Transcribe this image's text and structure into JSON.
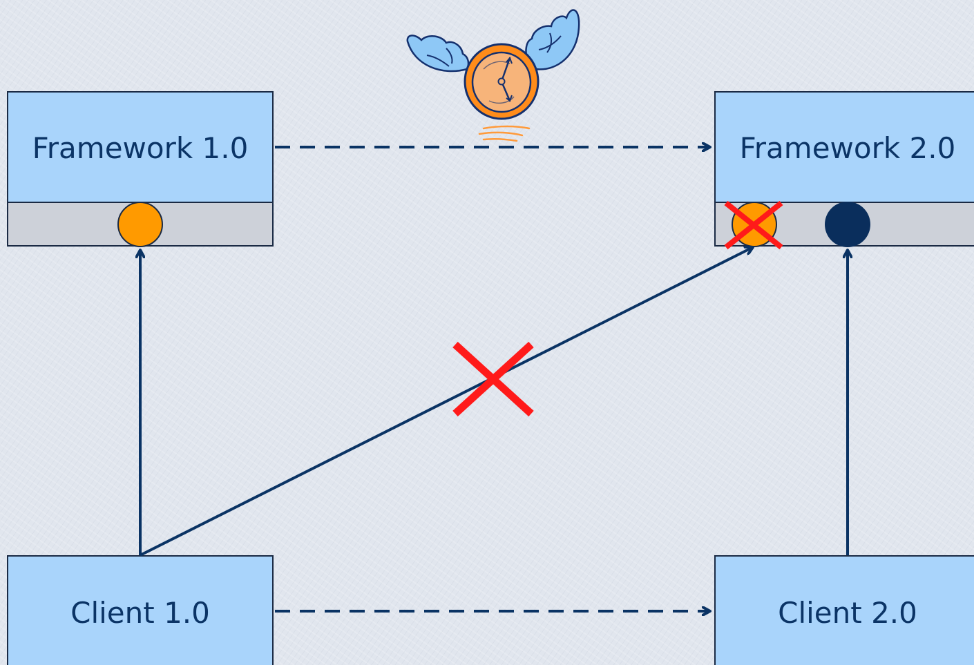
{
  "nodes": {
    "framework_v1": {
      "label": "Framework 1.0"
    },
    "framework_v2": {
      "label": "Framework 2.0"
    },
    "client_v1": {
      "label": "Client 1.0"
    },
    "client_v2": {
      "label": "Client 2.0"
    }
  },
  "colors": {
    "box_fill": "#a9d4fb",
    "box_stroke": "#1a2a44",
    "interface_bar": "#cdd1d9",
    "old_interface": "#ff9a00",
    "new_interface": "#0a2e5c",
    "connector": "#0a3364",
    "invalid_mark": "#ff1a1a",
    "background": "#e1e6ee"
  },
  "icons": {
    "time": "winged-clock-icon",
    "invalid": "red-cross-icon"
  }
}
